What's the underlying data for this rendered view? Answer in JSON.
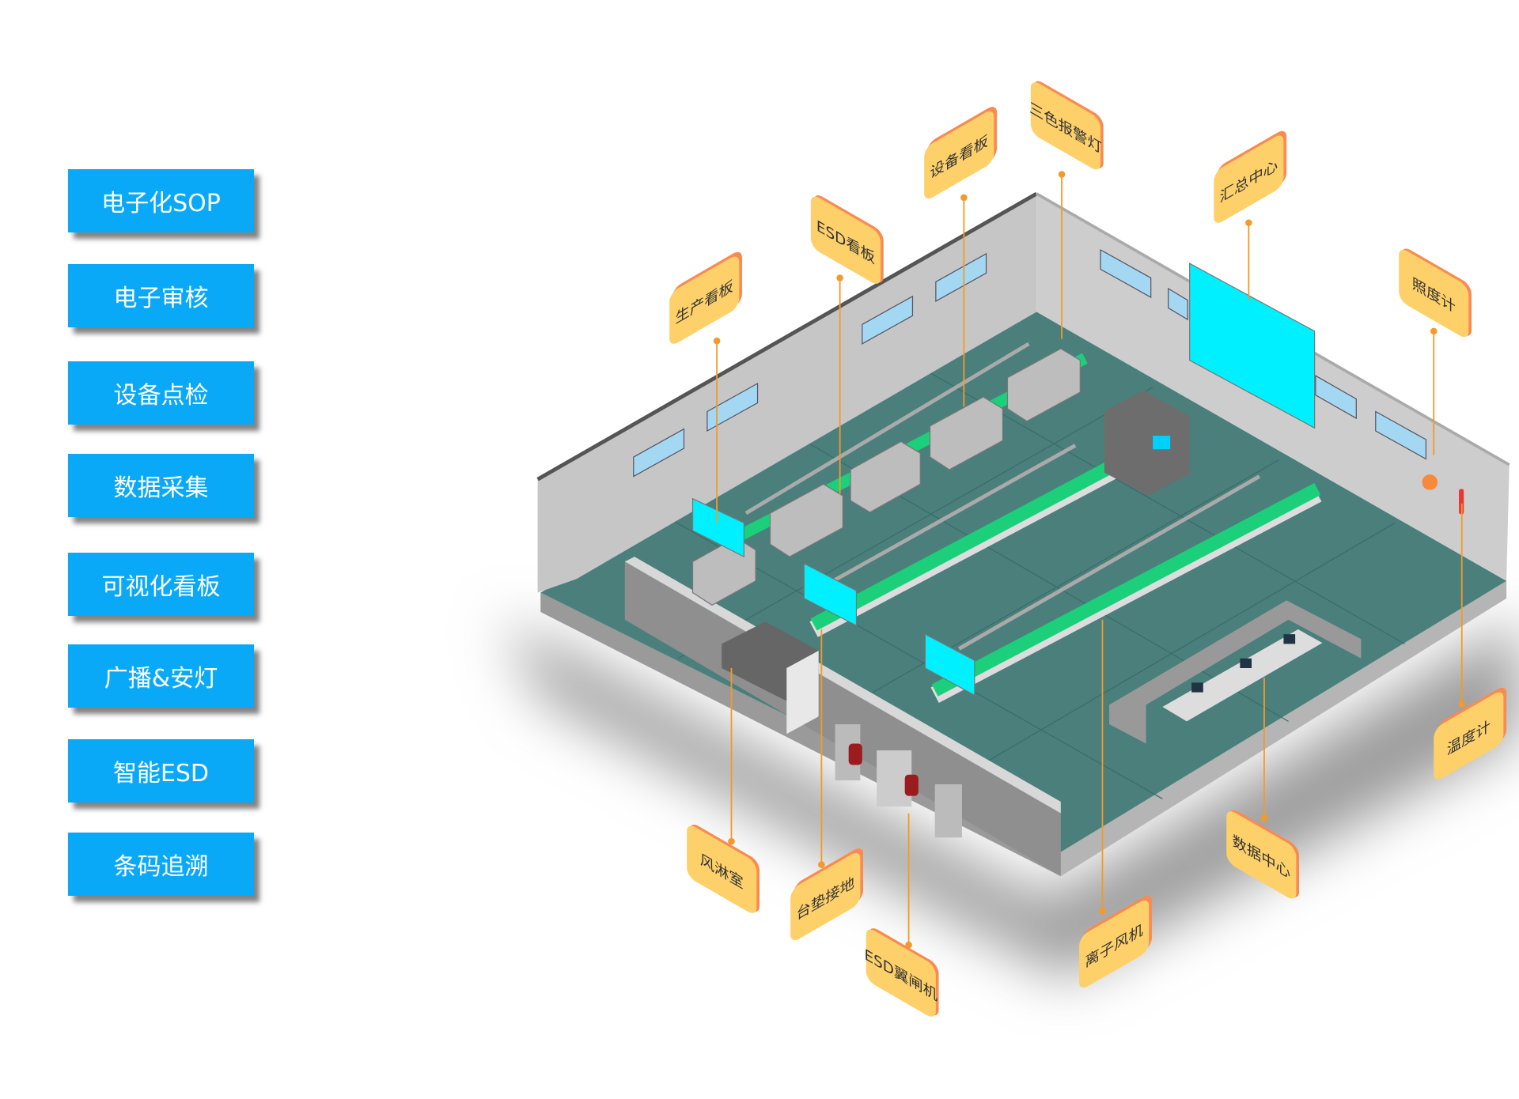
{
  "menu": [
    {
      "label": "电子化SOP"
    },
    {
      "label": "电子审核"
    },
    {
      "label": "设备点检"
    },
    {
      "label": "数据采集"
    },
    {
      "label": "可视化看板"
    },
    {
      "label": "广播&安灯"
    },
    {
      "label": "智能ESD"
    },
    {
      "label": "条码追溯"
    }
  ],
  "tags": [
    {
      "label": "生产看板"
    },
    {
      "label": "ESD看板"
    },
    {
      "label": "设备看板"
    },
    {
      "label": "三色报警灯"
    },
    {
      "label": "汇总中心"
    },
    {
      "label": "照度计"
    },
    {
      "label": "温度计"
    },
    {
      "label": "数据中心"
    },
    {
      "label": "离子风机"
    },
    {
      "label": "ESD翼闸机"
    },
    {
      "label": "台垫接地"
    },
    {
      "label": "风淋室"
    }
  ],
  "colors": {
    "menu_bg": "#0aa9f7",
    "tag_bg": "#fdd06a",
    "tag_edge": "#f98a52",
    "floor": "#4a7f7c",
    "belt": "#1ccf7a",
    "screen": "#00f0ff"
  }
}
